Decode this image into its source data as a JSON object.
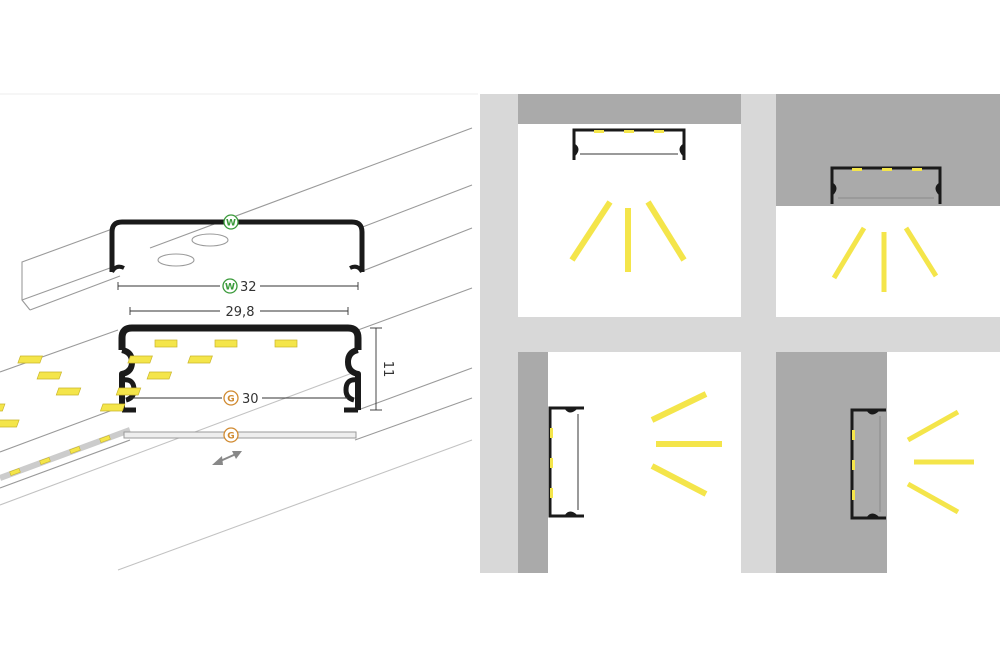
{
  "colors": {
    "background": "#ffffff",
    "panel_gray": "#d8d8d8",
    "wall_dark": "#aaaaaa",
    "room_white": "#ffffff",
    "profile_black": "#1a1a1a",
    "outline_gray": "#9a9a9a",
    "led_yellow": "#f4e54a",
    "badge_w": "#3a9a3a",
    "badge_g": "#d08a30"
  },
  "profile_diagram": {
    "badge_w": "W",
    "badge_g": "G",
    "dim_width_outer": "32",
    "dim_width_inner": "29,8",
    "dim_height": "11",
    "dim_width_diffuser": "30"
  },
  "mounting_views": {
    "scenes": [
      {
        "label": "ceiling-surface"
      },
      {
        "label": "ceiling-recessed"
      },
      {
        "label": "wall-surface"
      },
      {
        "label": "wall-recessed"
      }
    ]
  }
}
